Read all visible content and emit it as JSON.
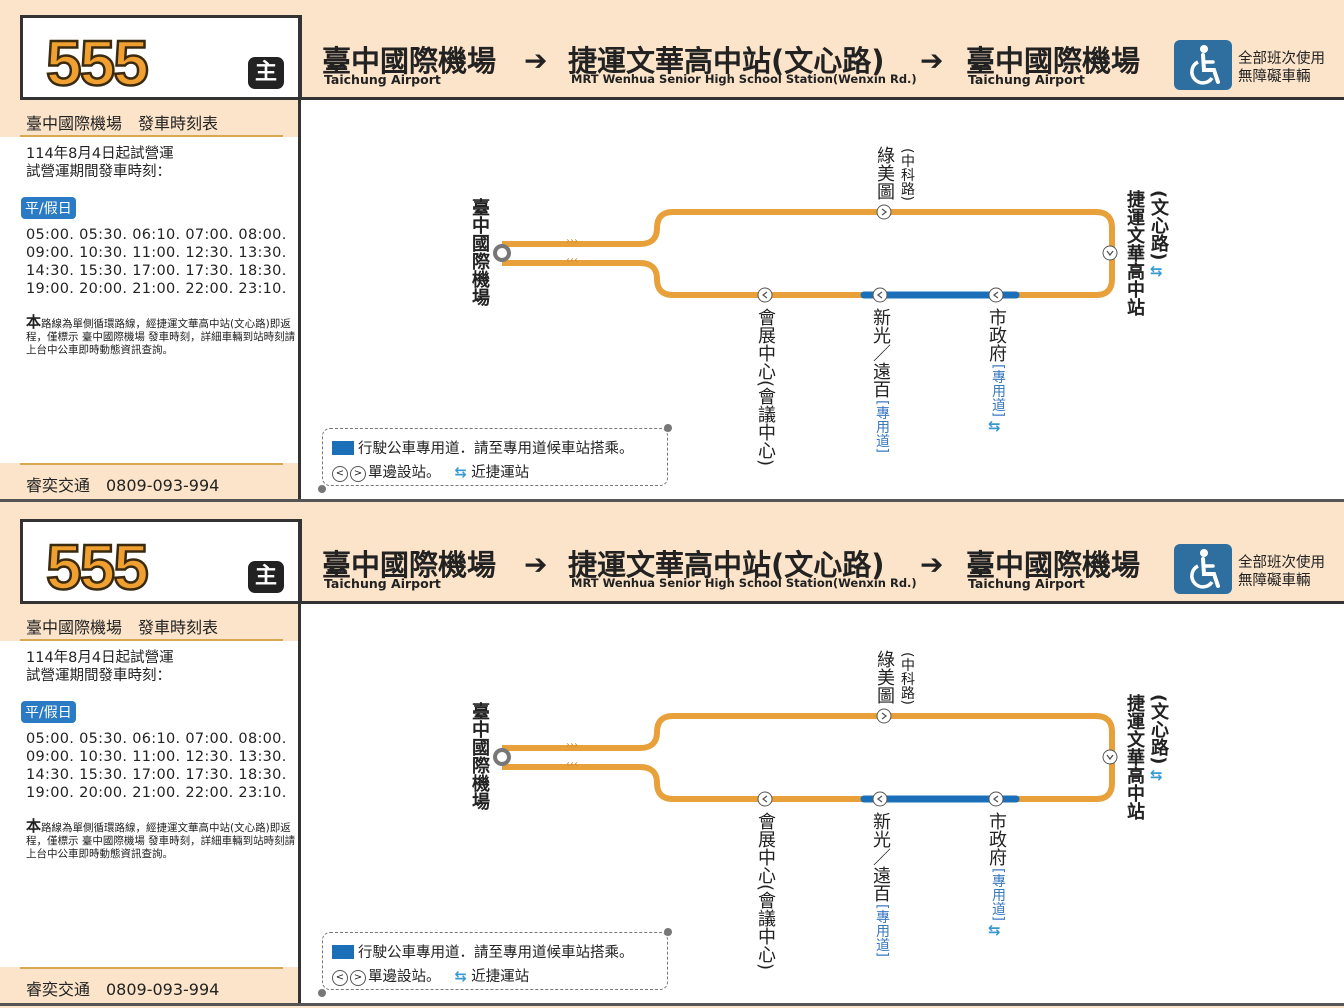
{
  "route": {
    "number": "555",
    "type_badge": "主"
  },
  "header": {
    "origin_zh": "臺中國際機場",
    "origin_en": "Taichung Airport",
    "turn_zh": "捷運文華高中站(文心路)",
    "turn_en": "MRT Wenhua Senior High School Station(Wenxin Rd.)",
    "dest_zh": "臺中國際機場",
    "dest_en": "Taichung Airport",
    "arrow": "➔",
    "accessibility_line1": "全部班次使用",
    "accessibility_line2": "無障礙車輛"
  },
  "schedule": {
    "title": "臺中國際機場　發車時刻表",
    "line1": "114年8月4日起試營運",
    "line2": "試營運期間發車時刻：",
    "day_badge": "平/假日",
    "times": [
      "05:00. 05:30. 06:10. 07:00. 08:00.",
      "09:00. 10:30. 11:00. 12:30. 13:30.",
      "14:30. 15:30. 17:00. 17:30. 18:30.",
      "19:00. 20:00. 21:00. 22:00. 23:10."
    ],
    "note_first": "本",
    "note_rest": "路線為單側循環路線，經捷運文華高中站(文心路)即返程，僅標示 臺中國際機場 發車時刻，詳細車輛到站時刻請上台中公車即時動態資訊查詢。",
    "operator": "睿奕交通　0809-093-994"
  },
  "map": {
    "terminal": "臺中國際機場",
    "stations": {
      "lvmeitu": "綠美圖",
      "lvmeitu_sub": "(中科路)",
      "wenhua": "捷運文華高中站",
      "wenhua_sub": "(文心路)",
      "expo": "會展中心(會議中心)",
      "shinkong": "新光／遠百",
      "shinkong_sub": "[專用道]",
      "cityhall": "市政府",
      "cityhall_sub": "[專用道]"
    },
    "mrt_symbol": "⇆",
    "chev_out": "›››",
    "chev_in": "‹‹‹",
    "colors": {
      "route": "#e8a03a",
      "busway": "#1b6fb8"
    }
  },
  "legend": {
    "busway_text": "行駛公車專用道．請至專用道候車站搭乘。",
    "left_arrow": "<",
    "right_arrow": ">",
    "one_side_text": "單邊設站。",
    "mrt_text": "近捷運站"
  }
}
